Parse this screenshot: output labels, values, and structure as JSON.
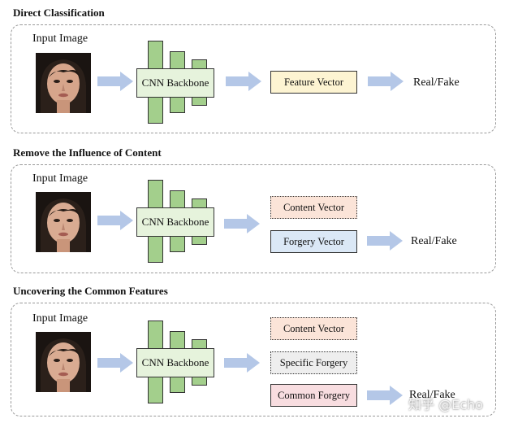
{
  "sections": [
    {
      "title": "Direct Classification",
      "input_label": "Input Image",
      "backbone_label": "CNN Backbone",
      "vectors": [
        {
          "label": "Feature Vector",
          "fill": "#fdf4d2",
          "border": "solid"
        }
      ],
      "output_label": "Real/Fake"
    },
    {
      "title": "Remove the Influence of Content",
      "input_label": "Input Image",
      "backbone_label": "CNN Backbone",
      "vectors": [
        {
          "label": "Content Vector",
          "fill": "#fbe4d8",
          "border": "dotted"
        },
        {
          "label": "Forgery Vector",
          "fill": "#dbe8f6",
          "border": "solid"
        }
      ],
      "output_label": "Real/Fake"
    },
    {
      "title": "Uncovering the Common Features",
      "input_label": "Input Image",
      "backbone_label": "CNN Backbone",
      "vectors": [
        {
          "label": "Content Vector",
          "fill": "#fbe4d8",
          "border": "dotted"
        },
        {
          "label": "Specific Forgery",
          "fill": "#eeeeee",
          "border": "dotted"
        },
        {
          "label": "Common Forgery",
          "fill": "#f8dde0",
          "border": "solid"
        }
      ],
      "output_label": "Real/Fake"
    }
  ],
  "watermark": "知乎 @Echo",
  "colors": {
    "arrow": "#b4c7e7",
    "cnn_bar": "#a3cf8c",
    "cnn_core": "#e6f3dc"
  }
}
